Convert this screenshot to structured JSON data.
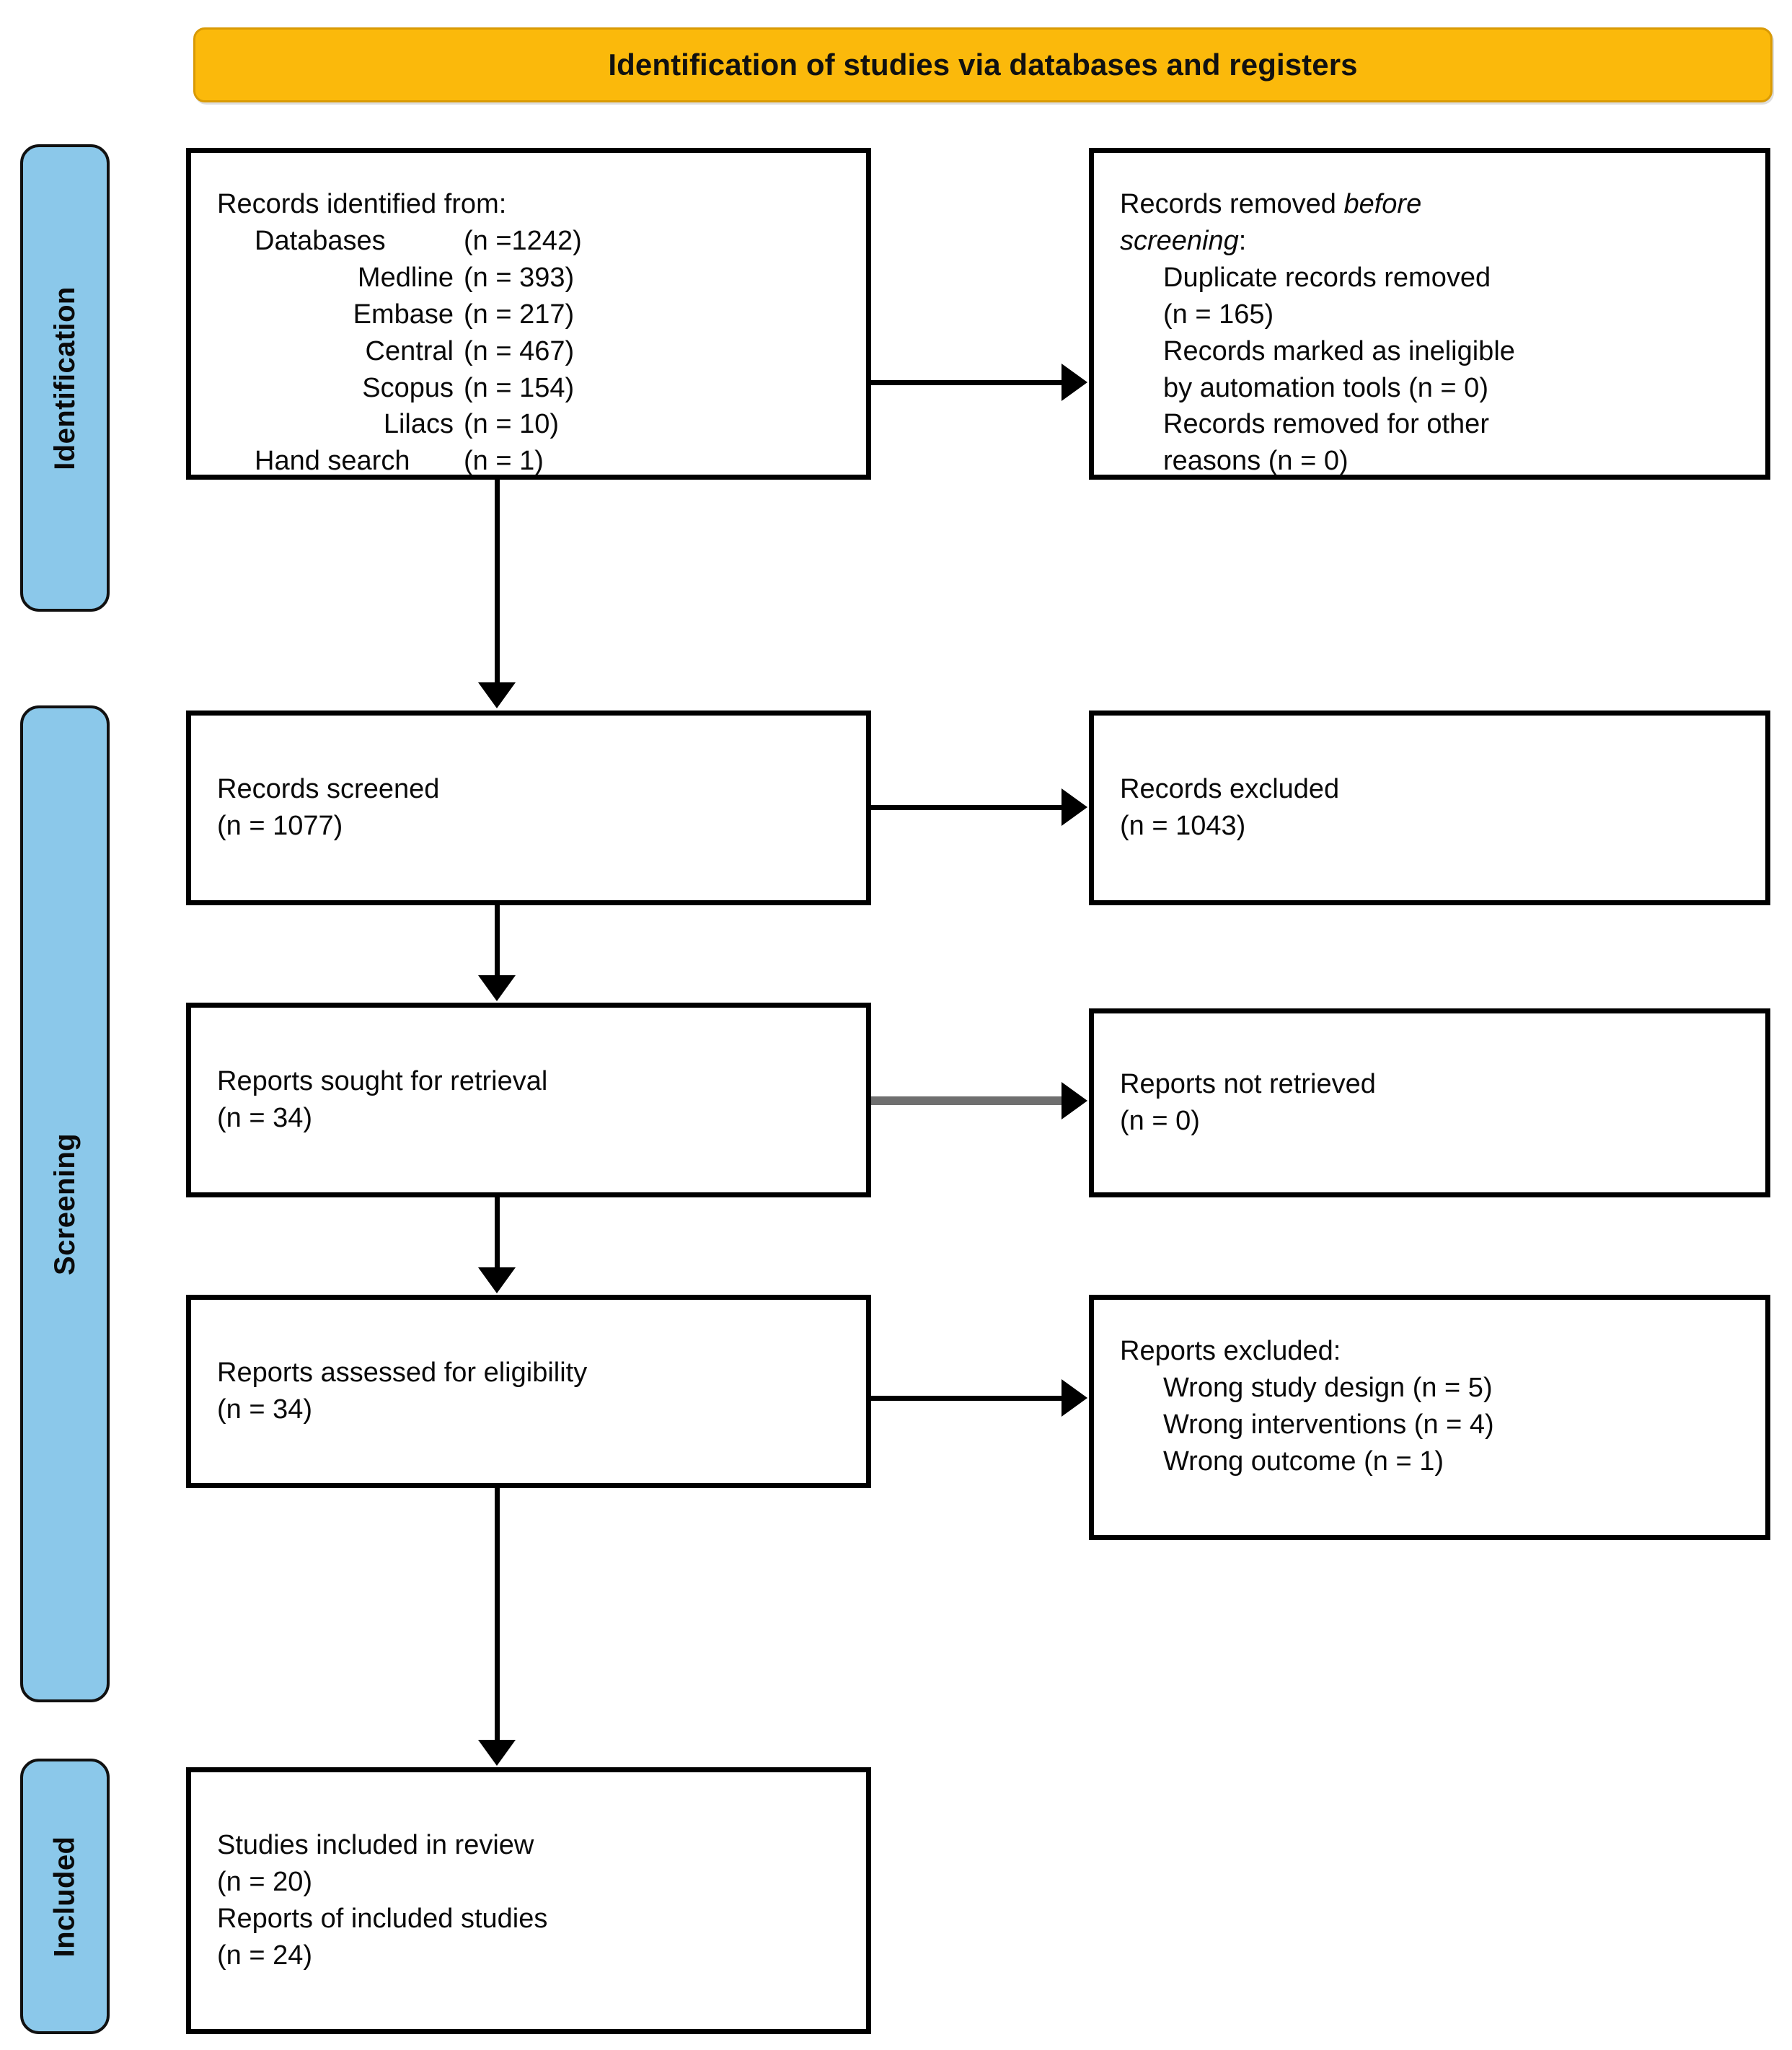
{
  "header": {
    "title": "Identification of studies via databases and registers",
    "bar_color": "#FBB90B"
  },
  "stages": [
    {
      "id": "identification",
      "label": "Identification",
      "color": "#8BC8EA"
    },
    {
      "id": "screening",
      "label": "Screening",
      "color": "#8BC8EA"
    },
    {
      "id": "included",
      "label": "Included",
      "color": "#8BC8EA"
    }
  ],
  "boxes": {
    "identified": {
      "heading": "Records identified from:",
      "sources": [
        {
          "name": "Databases",
          "count": "(n =1242)",
          "sub": false
        },
        {
          "name": "Medline",
          "count": "(n = 393)",
          "sub": true
        },
        {
          "name": "Embase",
          "count": "(n = 217)",
          "sub": true
        },
        {
          "name": "Central",
          "count": "(n = 467)",
          "sub": true
        },
        {
          "name": "Scopus",
          "count": "(n = 154)",
          "sub": true
        },
        {
          "name": "Lilacs",
          "count": "(n = 10)",
          "sub": true
        },
        {
          "name": "Hand search",
          "count": "(n = 1)",
          "sub": false
        }
      ]
    },
    "removed_before": {
      "heading_plain": "Records removed ",
      "heading_italic": "before",
      "heading_italic_2": "screening",
      "heading_colon": ":",
      "items": [
        "Duplicate records removed",
        "(n = 165)",
        "Records marked as ineligible",
        "by automation tools (n = 0)",
        "Records removed for other",
        "reasons (n = 0)"
      ]
    },
    "screened": {
      "label": "Records screened",
      "count": "(n = 1077)"
    },
    "excluded": {
      "label": "Records excluded",
      "count": "(n = 1043)"
    },
    "sought": {
      "label": "Reports sought for retrieval",
      "count": "(n = 34)"
    },
    "not_retrieved": {
      "label": "Reports not retrieved",
      "count": "(n = 0)"
    },
    "assessed": {
      "label": "Reports assessed for eligibility",
      "count": "(n = 34)"
    },
    "reports_excluded": {
      "heading": "Reports excluded:",
      "reasons": [
        "Wrong study design (n = 5)",
        "Wrong interventions (n = 4)",
        "Wrong outcome (n = 1)"
      ]
    },
    "included": {
      "label_studies": "Studies included in review",
      "count_studies": "(n = 20)",
      "label_reports": "Reports of included studies",
      "count_reports": "(n = 24)"
    }
  }
}
